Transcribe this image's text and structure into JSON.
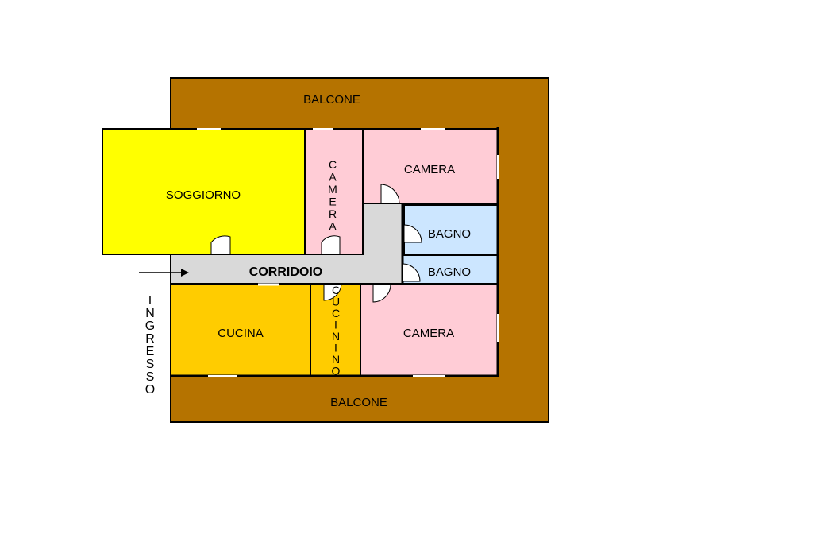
{
  "rooms": {
    "balcone_top": "BALCONE",
    "balcone_bottom": "BALCONE",
    "soggiorno": "SOGGIORNO",
    "camera_narrow": "CAMERA",
    "camera_top": "CAMERA",
    "bagno_upper": "BAGNO",
    "bagno_lower": "BAGNO",
    "corridoio": "CORRIDOIO",
    "cucina": "CUCINA",
    "cucinino": "CUCININO",
    "camera_bottom": "CAMERA",
    "ingresso": "INGRESSO"
  },
  "colors": {
    "balcone": "#b57300",
    "soggiorno": "#ffff00",
    "camera": "#ffccd6",
    "bagno": "#cce6ff",
    "corridoio": "#d9d9d9",
    "cucina": "#ffcc00"
  }
}
